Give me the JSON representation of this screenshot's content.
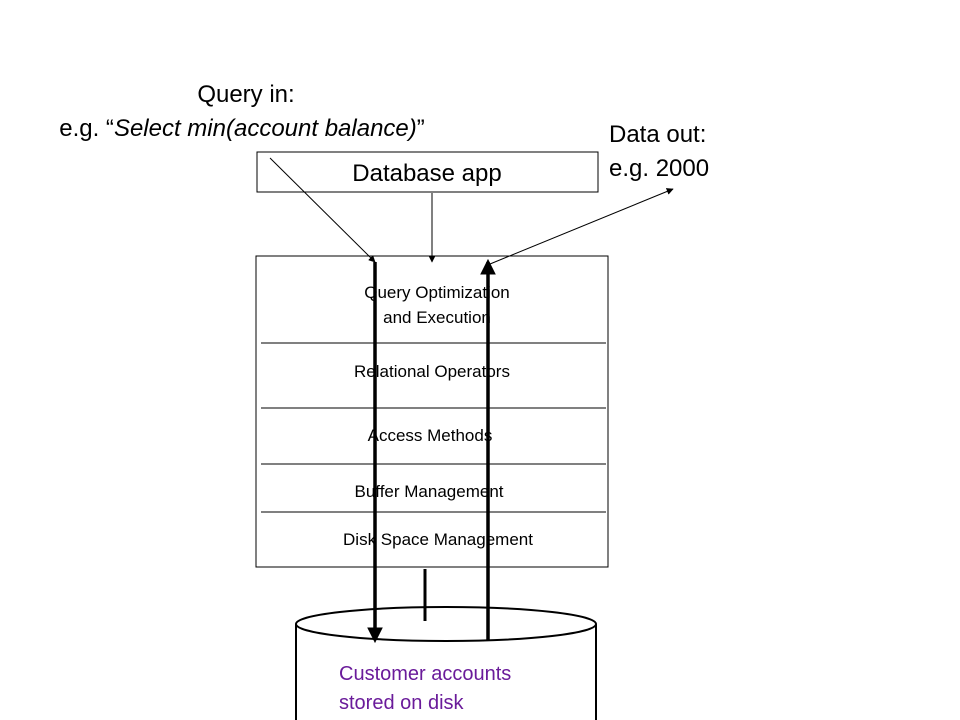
{
  "query_label": {
    "line1": "Query in:",
    "line2_prefix": "e.g. “",
    "line2_italic": "Select min(account balance)",
    "line2_suffix": "”"
  },
  "data_label": {
    "line1": "Data out:",
    "line2": "e.g. 2000"
  },
  "app_box": {
    "label": "Database app"
  },
  "layers": [
    {
      "lines": [
        "Query Optimization",
        "and Execution"
      ]
    },
    {
      "lines": [
        "Relational Operators"
      ]
    },
    {
      "lines": [
        "Access Methods"
      ]
    },
    {
      "lines": [
        "Buffer Management"
      ]
    },
    {
      "lines": [
        "Disk Space Management"
      ]
    }
  ],
  "disk": {
    "line1": "Customer accounts",
    "line2": "stored on disk",
    "text_color": "#6a1b9a"
  }
}
